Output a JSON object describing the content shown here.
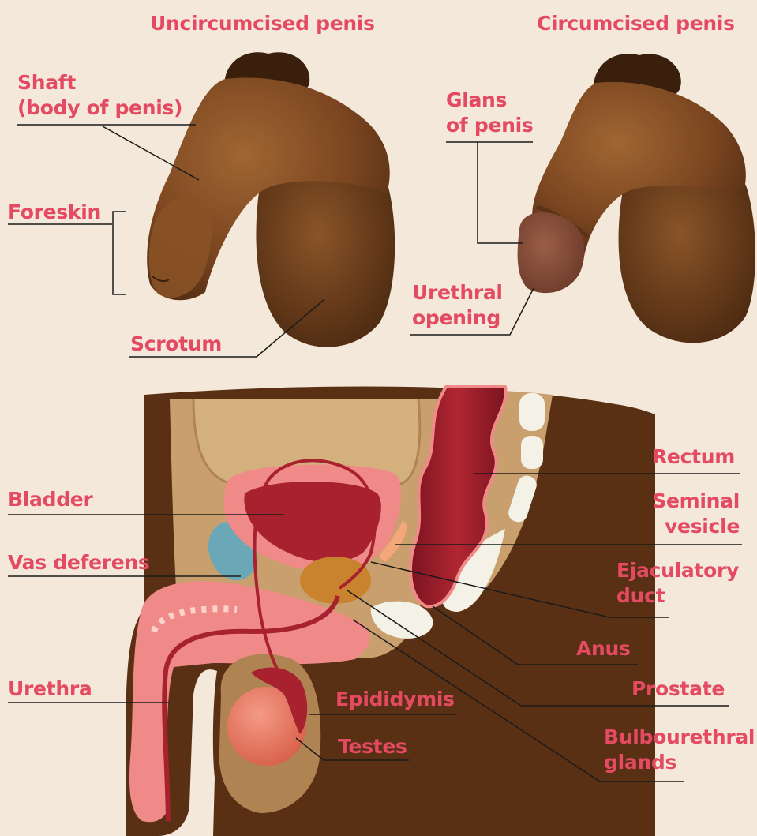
{
  "colors": {
    "label": "#e44a62",
    "background": "#f3e8da",
    "skin_dark": "#5a3218",
    "skin_mid": "#8a5226",
    "tissue": "#c9a06d",
    "organ_red": "#a8212f",
    "organ_pink": "#f08a88",
    "prostate": "#c9822e",
    "bone": "#f4f1e6",
    "pubic_bone": "#6aa8b8"
  },
  "titles": {
    "uncircumcised": "Uncircumcised penis",
    "circumcised": "Circumcised penis"
  },
  "labels": {
    "shaft": [
      "Shaft",
      "(body of penis)"
    ],
    "foreskin": "Foreskin",
    "scrotum": "Scrotum",
    "glans": [
      "Glans",
      "of penis"
    ],
    "urethral_opening": [
      "Urethral",
      "opening"
    ],
    "bladder": "Bladder",
    "vas_deferens": "Vas deferens",
    "urethra": "Urethra",
    "rectum": "Rectum",
    "seminal_vesicle": [
      "Seminal",
      "vesicle"
    ],
    "ejaculatory_duct": [
      "Ejaculatory",
      "duct"
    ],
    "anus": "Anus",
    "prostate": "Prostate",
    "epididymis": "Epididymis",
    "testes": "Testes",
    "bulbourethral_glands": [
      "Bulbourethral",
      "glands"
    ]
  }
}
